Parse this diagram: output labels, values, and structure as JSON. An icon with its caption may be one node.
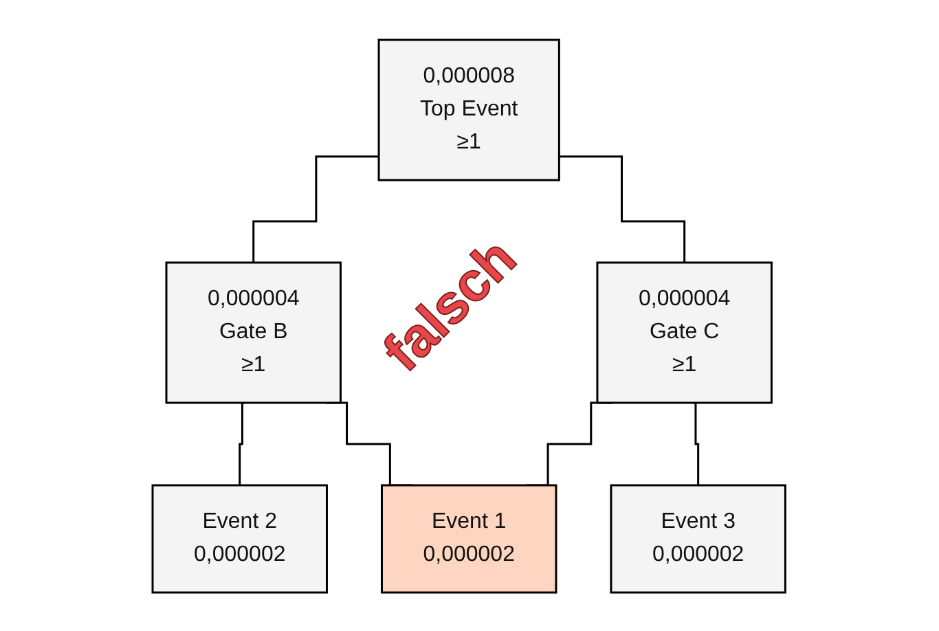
{
  "diagram": {
    "nodes": [
      {
        "text": [
          "0,000008",
          "Top Event",
          "≥1"
        ]
      },
      {
        "text": [
          "0,000004",
          "Gate B",
          "≥1"
        ]
      },
      {
        "text": [
          "0,000004",
          "Gate C",
          "≥1"
        ]
      },
      {
        "text": [
          "Event 2",
          "0,000002"
        ]
      },
      {
        "text": [
          "Event 1",
          "0,000002"
        ]
      },
      {
        "text": [
          "Event 3",
          "0,000002"
        ]
      }
    ],
    "edges": [
      {
        "from": 0,
        "to": 1,
        "arrow": "none"
      },
      {
        "from": 0,
        "to": 2,
        "arrow": "none"
      },
      {
        "from": 1,
        "to": 3,
        "arrow": "none"
      },
      {
        "from": 1,
        "to": 4,
        "arrow": "none"
      },
      {
        "from": 2,
        "to": 4,
        "arrow": "none"
      },
      {
        "from": 2,
        "to": 5,
        "arrow": "none"
      }
    ],
    "labels": [
      "falsch"
    ]
  }
}
